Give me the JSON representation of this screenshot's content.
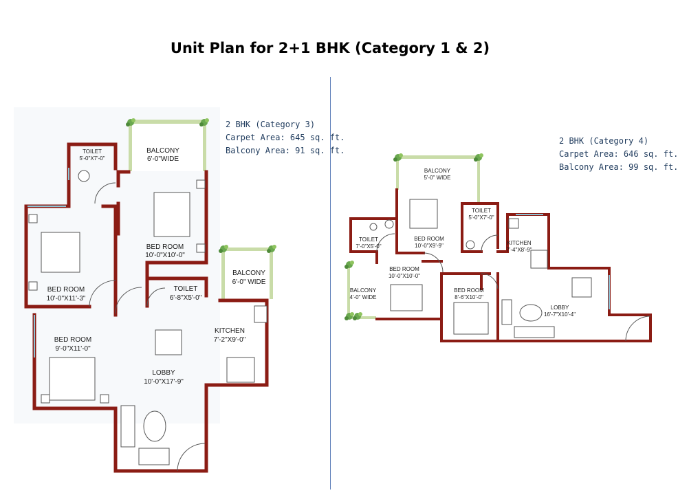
{
  "title": "Unit Plan for 2+1 BHK (Category 1 & 2)",
  "plan_left": {
    "heading": "2 BHK (Category 3)",
    "carpet": "Carpet Area: 645 sq. ft.",
    "balcony_area": "Balcony Area: 91 sq. ft.",
    "rooms": {
      "toilet_top_name": "TOILET",
      "toilet_top_size": "5'-0\"X7'-0\"",
      "balcony_top_name": "BALCONY",
      "balcony_top_size": "6'-0\"WIDE",
      "bed_mid_name": "BED ROOM",
      "bed_mid_size": "10'-0\"X10'-0\"",
      "bed_left_name": "BED ROOM",
      "bed_left_size": "10'-0\"X11'-3\"",
      "toilet_mid_name": "TOILET",
      "toilet_mid_size": "6'-8\"X5'-0\"",
      "balcony_right_name": "BALCONY",
      "balcony_right_size": "6'-0\" WIDE",
      "bed_bottom_name": "BED ROOM",
      "bed_bottom_size": "9'-0\"X11'-0\"",
      "kitchen_name": "KITCHEN",
      "kitchen_size": "7'-2\"X9'-0\"",
      "lobby_name": "LOBBY",
      "lobby_size": "10'-0\"X17'-9\""
    }
  },
  "plan_right": {
    "heading": "2 BHK (Category 4)",
    "carpet": "Carpet Area: 646 sq. ft.",
    "balcony_area": "Balcony Area: 99 sq. ft.",
    "rooms": {
      "balcony_top_name": "BALCONY",
      "balcony_top_size": "5'-0\" WIDE",
      "toilet_right_name": "TOILET",
      "toilet_right_size": "5'-0\"X7'-0\"",
      "toilet_left_name": "TOILET",
      "toilet_left_size": "7'-0\"X5'-0\"",
      "bed_top_name": "BED ROOM",
      "bed_top_size": "10'-0\"X9'-9\"",
      "kitchen_name": "KITCHEN",
      "kitchen_size": "7'-4\"X8'-9\"",
      "bed_mid_name": "BED ROOM",
      "bed_mid_size": "10'-0\"X10'-0\"",
      "balcony_left_name": "BALCONY",
      "balcony_left_size": "4'-0\" WIDE",
      "bed_small_name": "BED ROOM",
      "bed_small_size": "8'-6\"X10'-0\"",
      "lobby_name": "LOBBY",
      "lobby_size": "16'-7\"X10'-4\""
    }
  },
  "colors": {
    "wall": "#8b1c14",
    "balcony_rail": "#c9dca8",
    "glass": "#8ec5d6",
    "furniture": "#555555",
    "info_text": "#1e3a5c"
  }
}
